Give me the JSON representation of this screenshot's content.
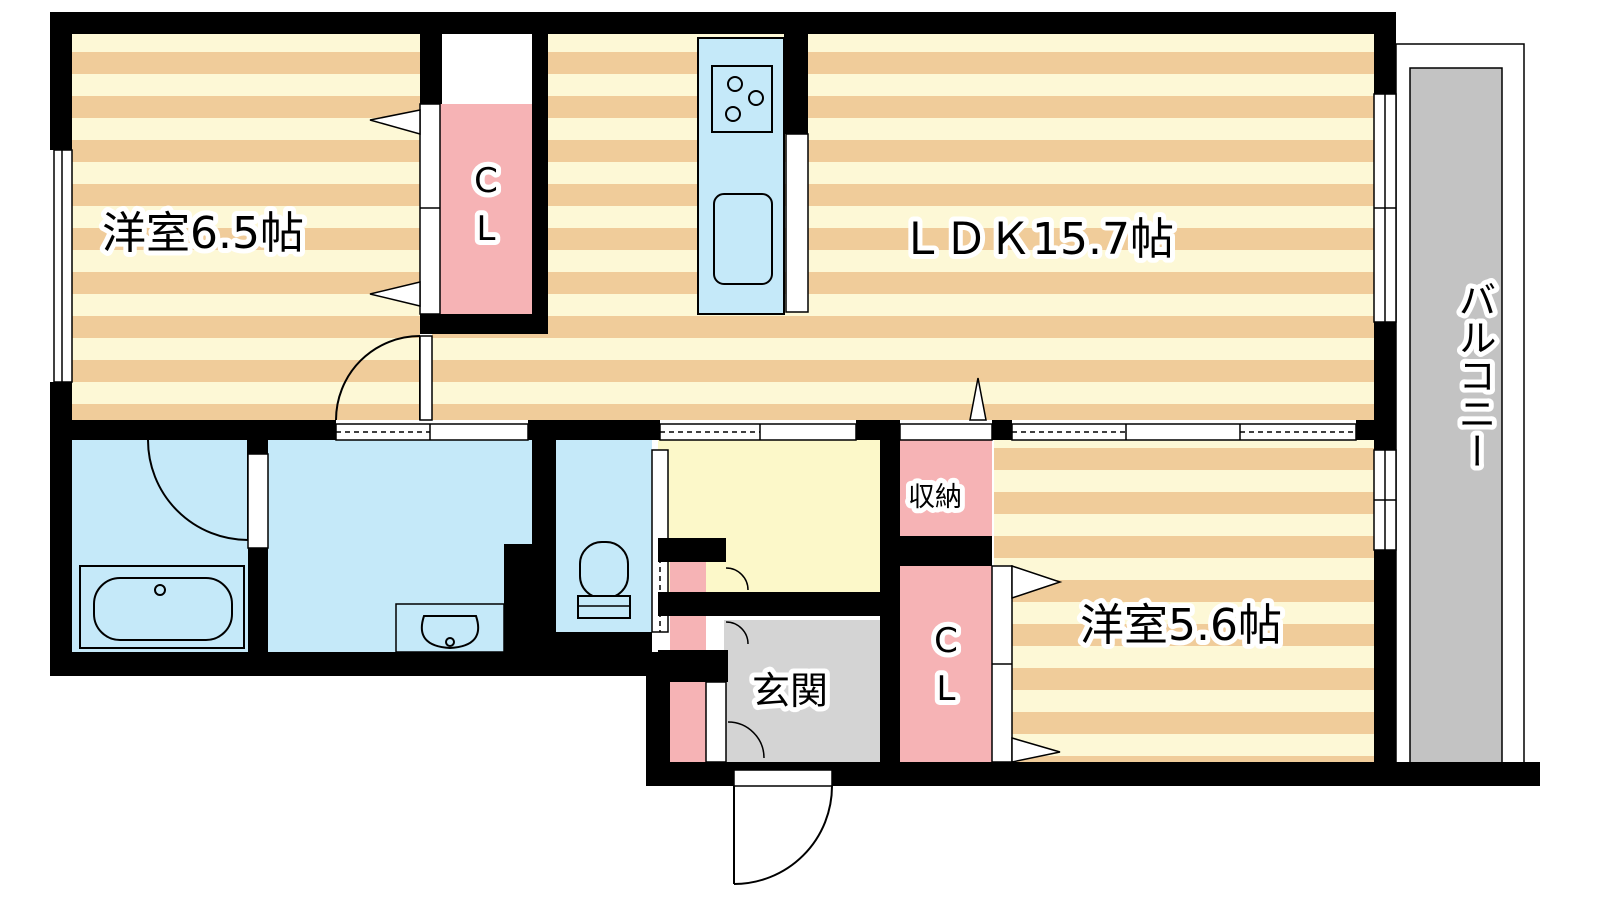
{
  "rooms": {
    "western_room_1": "洋室6.5帖",
    "ldk": "ＬＤＫ15.7帖",
    "western_room_2": "洋室5.6帖",
    "entrance": "玄関",
    "storage": "収納",
    "balcony": "バルコニー",
    "closet_1_c": "C",
    "closet_1_l": "L",
    "closet_2_c": "C",
    "closet_2_l": "L"
  },
  "colors": {
    "wall": "#000000",
    "wood_stripe_dark": "#f0cc9a",
    "wood_stripe_light": "#fdf8d6",
    "wet_area": "#c5e9f9",
    "closet": "#f6b3b5",
    "hall": "#fcf8c9",
    "entrance": "#d4d4d4",
    "balcony": "#c3c3c3"
  }
}
